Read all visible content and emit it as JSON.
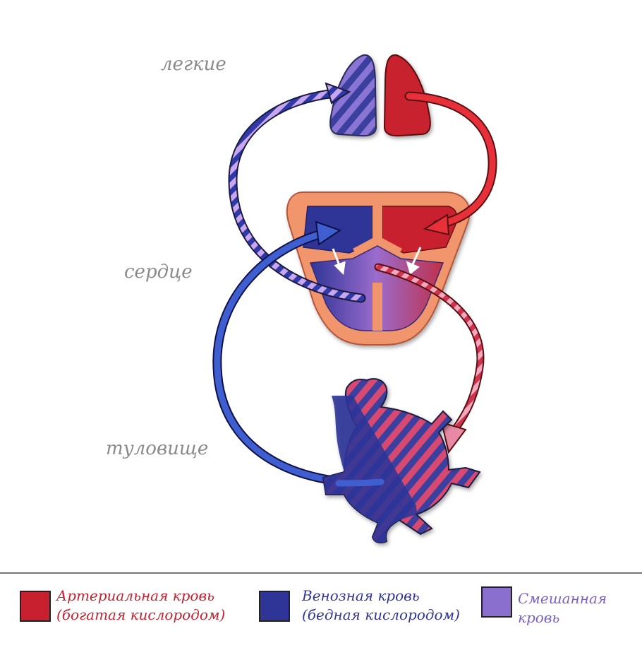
{
  "labels": {
    "lungs": "легкие",
    "heart": "сердце",
    "body": "туловище"
  },
  "legend": [
    {
      "id": "arterial",
      "line1": "Артериальная кровь",
      "line2": "(богатая кислородом)",
      "color": "#c8202f",
      "text_color": "#c8202f"
    },
    {
      "id": "venous",
      "line1": "Венозная кровь",
      "line2": "(бедная кислородом)",
      "color": "#2f3597",
      "text_color": "#2f3597"
    },
    {
      "id": "mixed",
      "line1": "Смешанная",
      "line2": "кровь",
      "color": "#8a6fcf",
      "text_color": "#7b5fc4"
    }
  ],
  "colors": {
    "arterial": "#c8202f",
    "venous": "#2f3597",
    "mixed": "#8a6fcf",
    "heart_wall": "#f0956c",
    "arrow_blue": "#3f5fd0",
    "arrow_red": "#e8303a"
  }
}
